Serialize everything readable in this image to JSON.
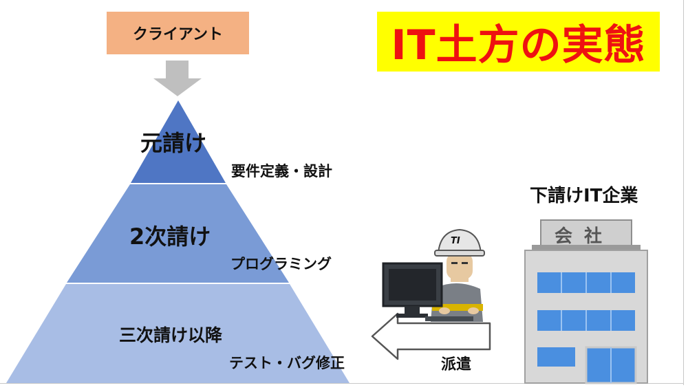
{
  "title": "IT土方の実態",
  "client": "クライアント",
  "tiers": [
    {
      "name": "元請け",
      "task": "要件定義・設計"
    },
    {
      "name": "2次請け",
      "task": "プログラミング"
    },
    {
      "name": "三次請け以降",
      "task": "テスト・バグ修正"
    }
  ],
  "subcontractor": {
    "label": "下請けIT企業",
    "sign": "会 社"
  },
  "dispatch_label": "派遣",
  "worker_helmet_text": "TI",
  "colors": {
    "title_text": "#ee1111",
    "title_bg": "#ffff00",
    "client_bg": "#f4b183",
    "tier_top": "#4f76c4",
    "tier_mid": "#7a9bd6",
    "tier_bottom": "#a8bde5",
    "arrow_gray": "#bfbfbf"
  }
}
